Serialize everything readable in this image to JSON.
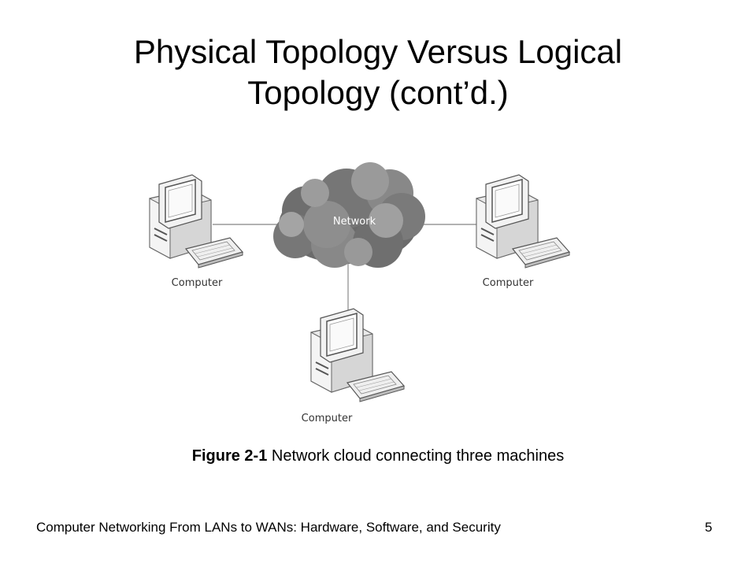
{
  "slide": {
    "title_line1": "Physical Topology Versus Logical",
    "title_line2": "Topology (cont’d.)",
    "footer": "Computer Networking From LANs to WANs: Hardware, Software, and Security",
    "page_number": "5"
  },
  "figure": {
    "caption_label": "Figure 2-1",
    "caption_text": " Network cloud connecting three machines",
    "cloud_label": "Network",
    "computer_left_label": "Computer",
    "computer_right_label": "Computer",
    "computer_bottom_label": "Computer"
  }
}
